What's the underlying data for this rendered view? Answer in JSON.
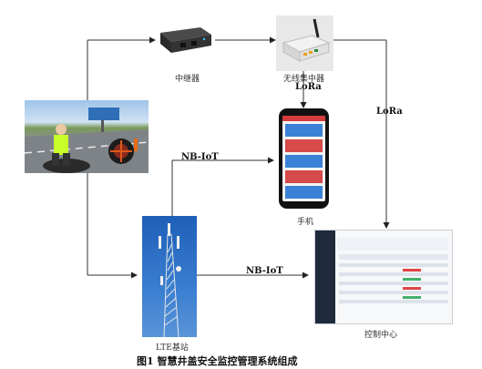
{
  "nodes": {
    "repeater": "中继器",
    "concentrator": "无线集中器",
    "phone": "手机",
    "base_station": "LTE基站",
    "control_center": "控制中心"
  },
  "links": {
    "lora_top": "LoRa",
    "lora_right": "LoRa",
    "nbiot_top": "NB-IoT",
    "nbiot_bottom": "NB-IoT"
  },
  "caption": "图1 智慧井盖安全监控管理系统组成"
}
